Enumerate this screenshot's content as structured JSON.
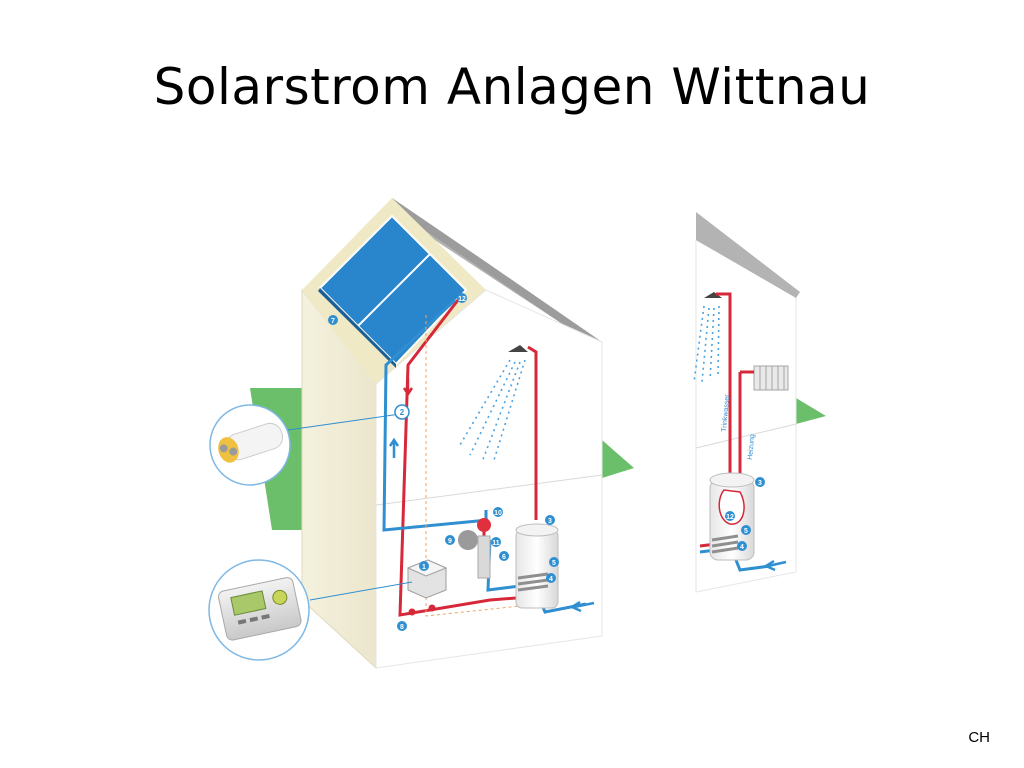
{
  "slide": {
    "title": "Solarstrom Anlagen Wittnau",
    "footer": "CH"
  },
  "diagram": {
    "labels": {
      "drinking_water": "Trinkwasser",
      "heating": "Heizung"
    },
    "markers": [
      "1",
      "2",
      "3",
      "4",
      "5",
      "6",
      "7",
      "8",
      "9",
      "10",
      "11",
      "12"
    ]
  },
  "colors": {
    "collector": "#2a86cc",
    "hot_pipe": "#d62839",
    "cold_pipe": "#2f8fd0",
    "ground": "#6cbf6a",
    "roof": "#b3b3b3",
    "insulation": "#efe9c6"
  }
}
